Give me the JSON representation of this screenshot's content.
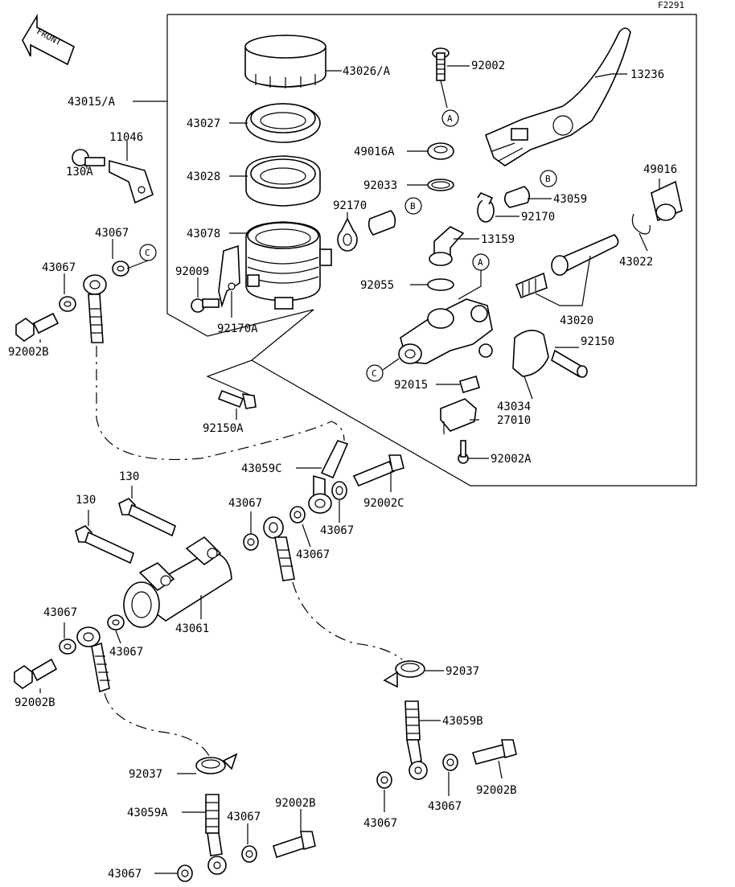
{
  "figure_code": "F2291",
  "front_label": "FRONT",
  "callout_letters": [
    "A",
    "B",
    "C"
  ],
  "labels": {
    "p43026A": "43026/A",
    "p92002": "92002",
    "p13236": "13236",
    "p43015A": "43015/A",
    "p43027": "43027",
    "p11046": "11046",
    "p49016A": "49016A",
    "p49016": "49016",
    "p43028": "43028",
    "p92033": "92033",
    "p43059": "43059",
    "p130A": "130A",
    "p92170_top": "92170",
    "p92170_right": "92170",
    "p43078": "43078",
    "p13159": "13159",
    "p43022": "43022",
    "p43067_a": "43067",
    "p43067_b": "43067",
    "p92009": "92009",
    "p92055": "92055",
    "p43020": "43020",
    "p92170A": "92170A",
    "p92002B_top": "92002B",
    "p92150": "92150",
    "p92015": "92015",
    "p43034": "43034",
    "p27010": "27010",
    "p92150A": "92150A",
    "p92002A": "92002A",
    "p43059C": "43059C",
    "p130_a": "130",
    "p130_b": "130",
    "p43067_c": "43067",
    "p92002C": "92002C",
    "p43067_d": "43067",
    "p43067_e": "43067",
    "p43067_f": "43067",
    "p43061": "43061",
    "p43067_g": "43067",
    "p92037_right": "92037",
    "p92002B_mid": "92002B",
    "p43059B": "43059B",
    "p92037_left": "92037",
    "p92002B_right": "92002B",
    "p92002B_bot": "92002B",
    "p43059A": "43059A",
    "p43067_h": "43067",
    "p43067_i": "43067",
    "p43067_j": "43067",
    "p43067_k": "43067"
  }
}
